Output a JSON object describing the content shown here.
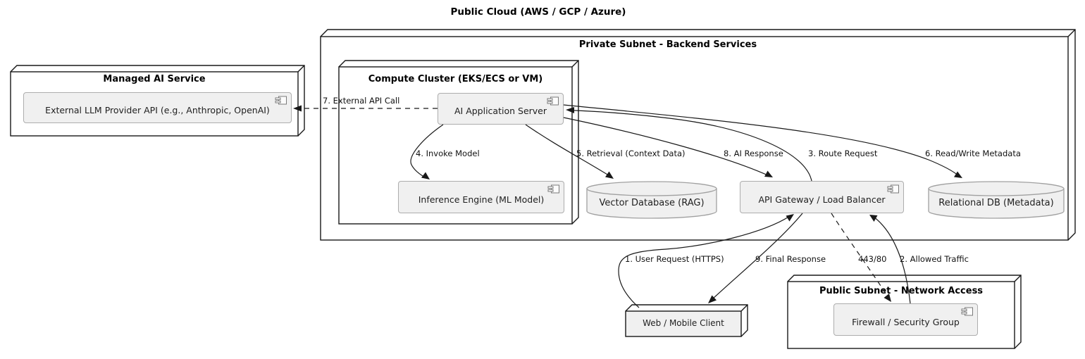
{
  "diagram_title": "Public Cloud (AWS / GCP / Azure)",
  "nodes": {
    "private_subnet": {
      "title": "Private Subnet - Backend Services",
      "type": "node"
    },
    "managed_ai": {
      "title": "Managed AI Service",
      "type": "node"
    },
    "compute_cluster": {
      "title": "Compute Cluster (EKS/ECS or VM)",
      "type": "node"
    },
    "public_subnet": {
      "title": "Public Subnet - Network Access",
      "type": "node"
    },
    "web_client": {
      "label": "Web / Mobile Client",
      "type": "node"
    }
  },
  "components": {
    "llm_api": {
      "label": "External LLM Provider API (e.g., Anthropic, OpenAI)",
      "icon": "component-icon",
      "parent": "Managed AI Service"
    },
    "ai_app_server": {
      "label": "AI Application Server",
      "icon": "component-icon",
      "parent": "Compute Cluster (EKS/ECS or VM)"
    },
    "inference_engine": {
      "label": "Inference Engine (ML Model)",
      "icon": "component-icon",
      "parent": "Compute Cluster (EKS/ECS or VM)"
    },
    "api_gateway": {
      "label": "API Gateway / Load Balancer",
      "icon": "component-icon",
      "parent": "Private Subnet - Backend Services"
    },
    "firewall": {
      "label": "Firewall / Security Group",
      "icon": "component-icon",
      "parent": "Public Subnet - Network Access"
    }
  },
  "databases": {
    "vector_db": {
      "label": "Vector Database (RAG)",
      "shape": "cylinder"
    },
    "relational_db": {
      "label": "Relational DB (Metadata)",
      "shape": "cylinder"
    }
  },
  "edges": {
    "user_request": {
      "label": "1. User Request (HTTPS)",
      "from": "Web / Mobile Client",
      "to": "API Gateway / Load Balancer",
      "style": "solid"
    },
    "allowed_traffic": {
      "label": "2. Allowed Traffic",
      "from": "Firewall / Security Group",
      "to": "API Gateway / Load Balancer",
      "style": "solid"
    },
    "route_request": {
      "label": "3. Route Request",
      "from": "API Gateway / Load Balancer",
      "to": "AI Application Server",
      "style": "solid"
    },
    "invoke_model": {
      "label": "4. Invoke Model",
      "from": "AI Application Server",
      "to": "Inference Engine (ML Model)",
      "style": "solid"
    },
    "retrieval": {
      "label": "5. Retrieval (Context Data)",
      "from": "AI Application Server",
      "to": "Vector Database (RAG)",
      "style": "solid"
    },
    "read_write_metadata": {
      "label": "6. Read/Write Metadata",
      "from": "AI Application Server",
      "to": "Relational DB (Metadata)",
      "style": "solid"
    },
    "external_api_call": {
      "label": "7. External API Call",
      "from": "AI Application Server",
      "to": "External LLM Provider API (e.g., Anthropic, OpenAI)",
      "style": "dashed"
    },
    "ai_response": {
      "label": "8. AI Response",
      "from": "AI Application Server",
      "to": "API Gateway / Load Balancer",
      "style": "solid"
    },
    "final_response": {
      "label": "9. Final Response",
      "from": "API Gateway / Load Balancer",
      "to": "Web / Mobile Client",
      "style": "solid"
    },
    "allowed_ports": {
      "label": "443/80",
      "from": "API Gateway / Load Balancer",
      "to": "Firewall / Security Group",
      "style": "dashed"
    }
  },
  "colors": {
    "background": "#ffffff",
    "node_border": "#181818",
    "node_fill": "#ffffff",
    "client_node_fill": "#f0f0f0",
    "component_fill": "#f0f0f0",
    "component_border": "#adadad",
    "cylinder_border": "#a0a0a0",
    "edge": "#181818",
    "text": "#111111"
  }
}
